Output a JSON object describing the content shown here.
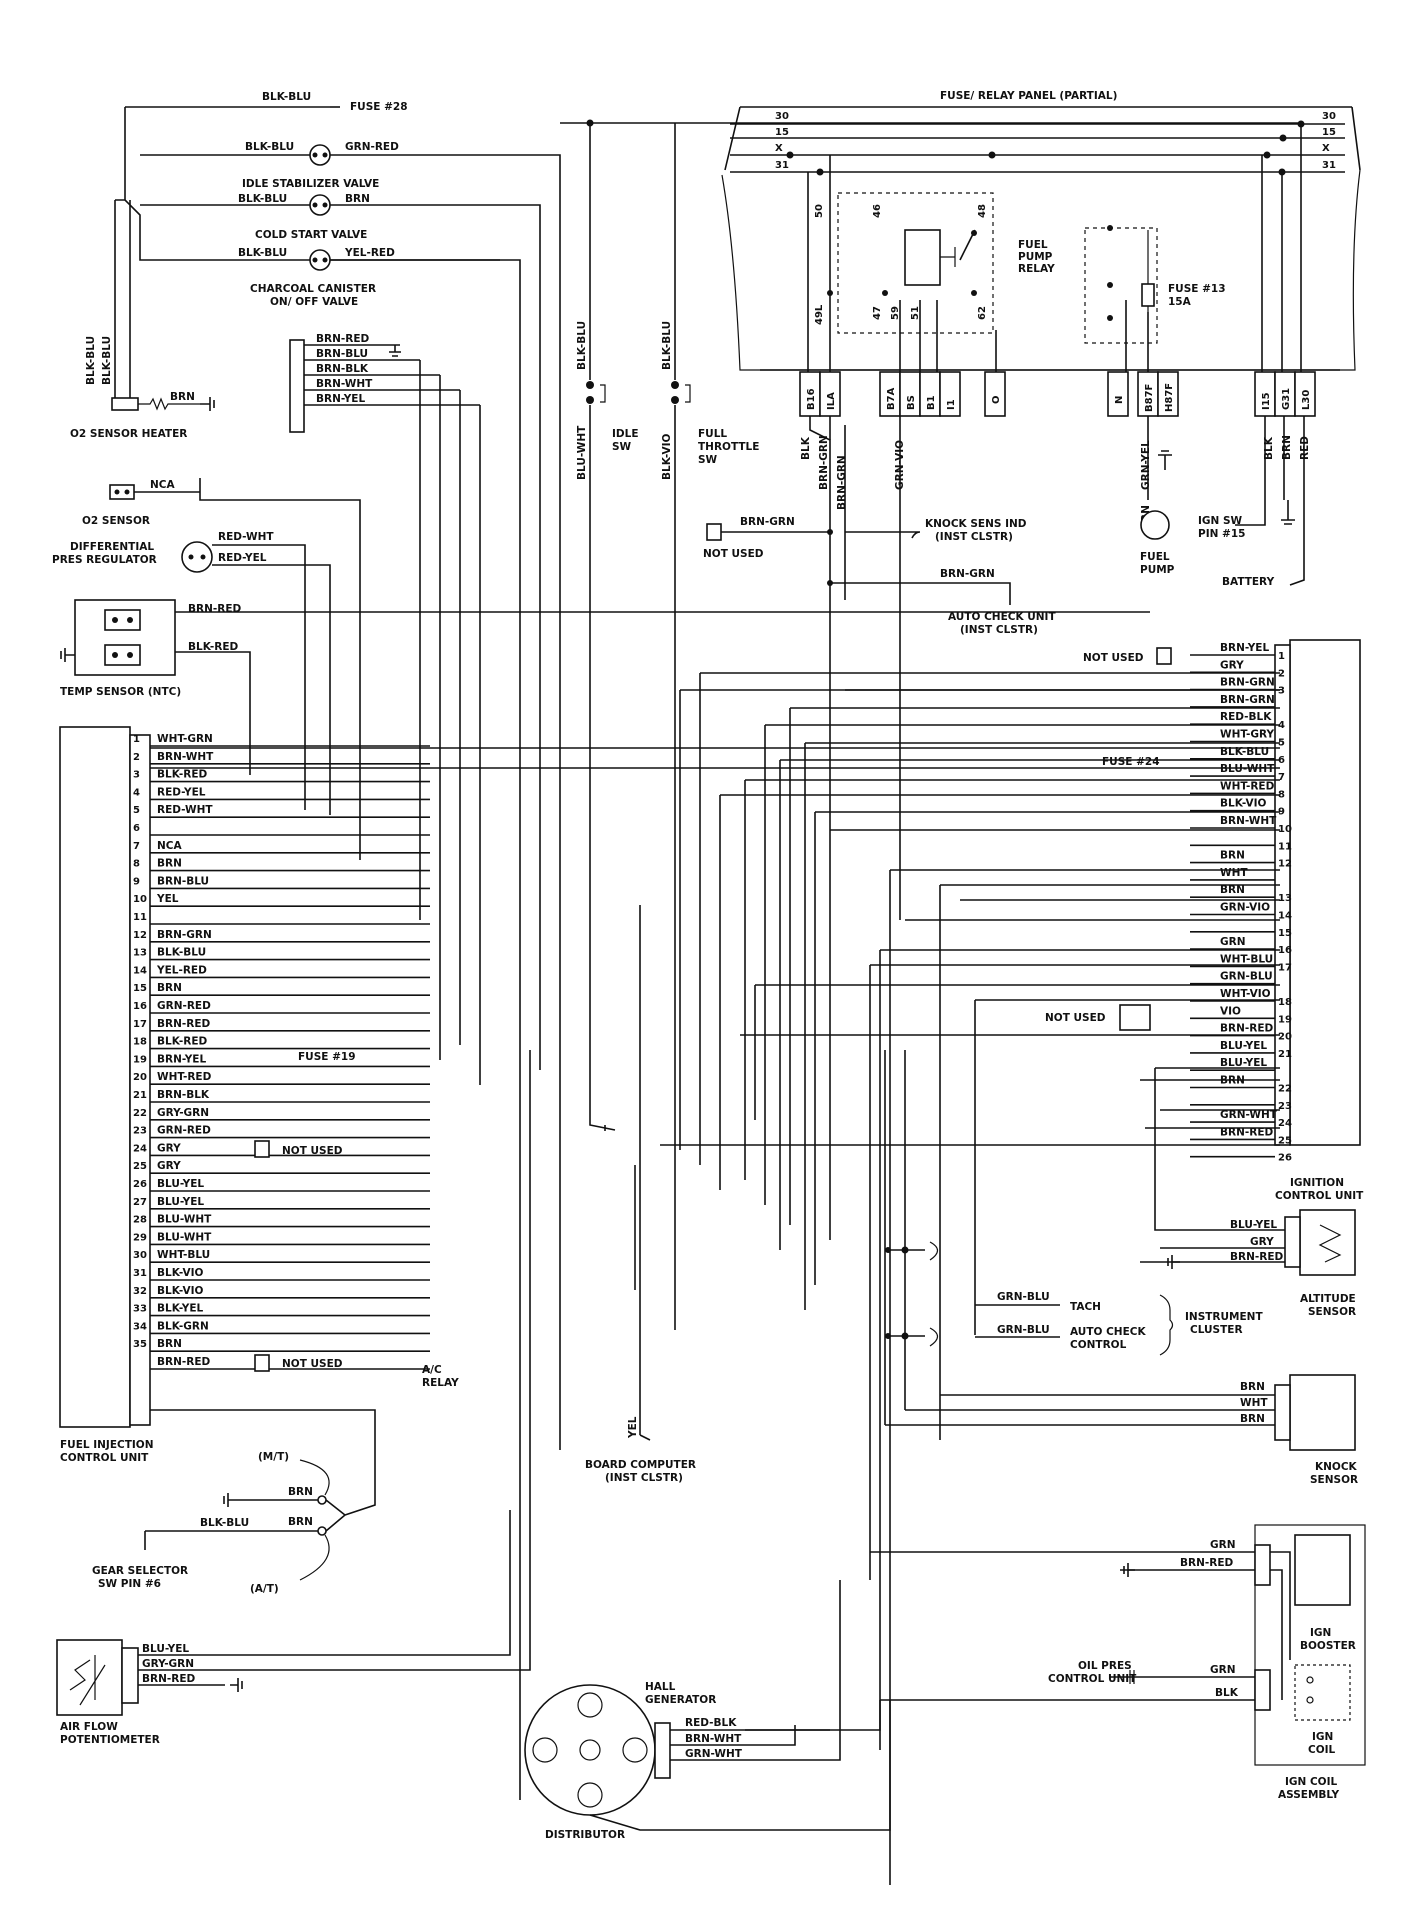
{
  "panel": {
    "title": "FUSE/ RELAY PANEL (PARTIAL)",
    "bus_left": [
      "30",
      "15",
      "X",
      "31"
    ],
    "bus_right": [
      "30",
      "15",
      "X",
      "31"
    ],
    "relay_pins": [
      "50",
      "46",
      "48",
      "49L",
      "47",
      "59",
      "51",
      "62"
    ],
    "relay_label": "FUEL PUMP RELAY",
    "fuse13": "FUSE #13",
    "fuse13_amps": "15A",
    "terminals": [
      "B16",
      "ILA",
      "B7A",
      "BS",
      "B1",
      "I1",
      "O",
      "N",
      "B87F",
      "H87F",
      "I15",
      "G31",
      "L30"
    ]
  },
  "top_left": {
    "fuse28": "FUSE #28",
    "idle_stab": "IDLE STABILIZER VALVE",
    "cold_start": "COLD START VALVE",
    "canister_1": "CHARCOAL CANISTER",
    "canister_2": "ON/ OFF VALVE",
    "o2_heater": "O2 SENSOR HEATER",
    "o2_sensor": "O2 SENSOR",
    "diff_1": "DIFFERENTIAL",
    "diff_2": "PRES REGULATOR",
    "temp": "TEMP SENSOR (NTC)",
    "idle_sw_1": "IDLE",
    "idle_sw_2": "SW",
    "full_throttle_1": "FULL",
    "full_throttle_2": "THROTTLE",
    "full_throttle_3": "SW"
  },
  "wire_labels": {
    "blk_blu": "BLK-BLU",
    "grn_red": "GRN-RED",
    "brn": "BRN",
    "yel_red": "YEL-RED",
    "brn_red": "BRN-RED",
    "brn_blu": "BRN-BLU",
    "brn_blk": "BRN-BLK",
    "brn_wht": "BRN-WHT",
    "brn_yel": "BRN-YEL",
    "nca": "NCA",
    "red_wht": "RED-WHT",
    "red_yel": "RED-YEL",
    "blk_red": "BLK-RED",
    "blu_wht": "BLU-WHT",
    "blk_vio": "BLK-VIO",
    "blk": "BLK",
    "brn_grn": "BRN-GRN",
    "grn_vio": "GRN-VIO",
    "grn_yel": "GRN-YEL",
    "red": "RED",
    "yel": "YEL"
  },
  "fuel_injection": {
    "name_1": "FUEL INJECTION",
    "name_2": "CONTROL UNIT",
    "pins": [
      {
        "n": "1",
        "w": "WHT-GRN"
      },
      {
        "n": "2",
        "w": "BRN-WHT"
      },
      {
        "n": "3",
        "w": "BLK-RED"
      },
      {
        "n": "4",
        "w": "RED-YEL"
      },
      {
        "n": "5",
        "w": "RED-WHT"
      },
      {
        "n": "6",
        "w": ""
      },
      {
        "n": "7",
        "w": "NCA"
      },
      {
        "n": "8",
        "w": "BRN"
      },
      {
        "n": "9",
        "w": "BRN-BLU"
      },
      {
        "n": "10",
        "w": "YEL"
      },
      {
        "n": "11",
        "w": ""
      },
      {
        "n": "12",
        "w": "BRN-GRN"
      },
      {
        "n": "13",
        "w": "BLK-BLU"
      },
      {
        "n": "14",
        "w": "YEL-RED"
      },
      {
        "n": "15",
        "w": "BRN"
      },
      {
        "n": "16",
        "w": "GRN-RED"
      },
      {
        "n": "17",
        "w": "BRN-RED"
      },
      {
        "n": "18",
        "w": "BLK-RED"
      },
      {
        "n": "19",
        "w": "BRN-YEL"
      },
      {
        "n": "20",
        "w": "WHT-RED"
      },
      {
        "n": "21",
        "w": "BRN-BLK"
      },
      {
        "n": "22",
        "w": "GRY-GRN"
      },
      {
        "n": "23",
        "w": "GRN-RED"
      },
      {
        "n": "24",
        "w": "GRY"
      },
      {
        "n": "25",
        "w": "GRY"
      },
      {
        "n": "26",
        "w": "BLU-YEL"
      },
      {
        "n": "27",
        "w": "BLU-YEL"
      },
      {
        "n": "28",
        "w": "BLU-WHT"
      },
      {
        "n": "29",
        "w": "BLU-WHT"
      },
      {
        "n": "30",
        "w": "WHT-BLU"
      },
      {
        "n": "31",
        "w": "BLK-VIO"
      },
      {
        "n": "32",
        "w": "BLK-VIO"
      },
      {
        "n": "33",
        "w": "BLK-YEL"
      },
      {
        "n": "34",
        "w": "BLK-GRN"
      },
      {
        "n": "35",
        "w": "BRN"
      },
      {
        "n": "",
        "w": "BRN-RED"
      }
    ],
    "fuse19": "FUSE #19",
    "not_used": "NOT USED",
    "ac_relay_1": "A/C",
    "ac_relay_2": "RELAY"
  },
  "ignition": {
    "name_1": "IGNITION",
    "name_2": "CONTROL UNIT",
    "pins": [
      {
        "n": "1",
        "w": "BRN-YEL"
      },
      {
        "n": "2",
        "w": "GRY"
      },
      {
        "n": "3",
        "w": "BRN-GRN"
      },
      {
        "n": "",
        "w": "BRN-GRN"
      },
      {
        "n": "4",
        "w": "RED-BLK"
      },
      {
        "n": "5",
        "w": "WHT-GRY"
      },
      {
        "n": "6",
        "w": "BLK-BLU"
      },
      {
        "n": "7",
        "w": "BLU-WHT"
      },
      {
        "n": "8",
        "w": "WHT-RED"
      },
      {
        "n": "9",
        "w": "BLK-VIO"
      },
      {
        "n": "10",
        "w": "BRN-WHT"
      },
      {
        "n": "11",
        "w": ""
      },
      {
        "n": "12",
        "w": "BRN"
      },
      {
        "n": "",
        "w": "WHT"
      },
      {
        "n": "13",
        "w": "BRN"
      },
      {
        "n": "14",
        "w": "GRN-VIO"
      },
      {
        "n": "15",
        "w": ""
      },
      {
        "n": "16",
        "w": "GRN"
      },
      {
        "n": "17",
        "w": "WHT-BLU"
      },
      {
        "n": "",
        "w": "GRN-BLU"
      },
      {
        "n": "18",
        "w": "WHT-VIO"
      },
      {
        "n": "19",
        "w": "VIO"
      },
      {
        "n": "20",
        "w": "BRN-RED"
      },
      {
        "n": "21",
        "w": "BLU-YEL"
      },
      {
        "n": "",
        "w": "BLU-YEL"
      },
      {
        "n": "22",
        "w": "BRN"
      },
      {
        "n": "23",
        "w": ""
      },
      {
        "n": "24",
        "w": "GRN-WHT"
      },
      {
        "n": "25",
        "w": "BRN-RED"
      },
      {
        "n": "26",
        "w": ""
      }
    ],
    "fuse24": "FUSE #24",
    "not_used": "NOT USED"
  },
  "right_side": {
    "knock_ind_1": "KNOCK SENS IND",
    "knock_ind_2": "(INST CLSTR)",
    "not_used": "NOT USED",
    "auto_check_1": "AUTO CHECK UNIT",
    "auto_check_2": "(INST CLSTR)",
    "fuel_pump_1": "FUEL",
    "fuel_pump_2": "PUMP",
    "ign_sw_1": "IGN SW",
    "ign_sw_2": "PIN #15",
    "battery": "BATTERY",
    "altitude_1": "ALTITUDE",
    "altitude_2": "SENSOR",
    "tach": "TACH",
    "auto_check": "AUTO CHECK",
    "control": "CONTROL",
    "instrument_1": "INSTRUMENT",
    "instrument_2": "CLUSTER",
    "knock_sensor_1": "KNOCK",
    "knock_sensor_2": "SENSOR",
    "ign_booster_1": "IGN",
    "ign_booster_2": "BOOSTER",
    "oil_pres_1": "OIL PRES",
    "oil_pres_2": "CONTROL UNIT",
    "ign_coil_1": "IGN",
    "ign_coil_2": "COIL",
    "coil_assy_1": "IGN COIL",
    "coil_assy_2": "ASSEMBLY",
    "grn_blu": "GRN-BLU",
    "gry": "GRY",
    "brn_red": "BRN-RED",
    "blu_yel": "BLU-YEL",
    "wht": "WHT",
    "grn": "GRN",
    "brn_grn": "BRN-GRN"
  },
  "bottom": {
    "board_computer_1": "BOARD COMPUTER",
    "board_computer_2": "(INST CLSTR)",
    "mt": "(M/T)",
    "at": "(A/T)",
    "gear_sel_1": "GEAR SELECTOR",
    "gear_sel_2": "SW PIN #6",
    "air_flow_1": "AIR FLOW",
    "air_flow_2": "POTENTIOMETER",
    "hall_1": "HALL",
    "hall_2": "GENERATOR",
    "distributor": "DISTRIBUTOR",
    "red_blk": "RED-BLK",
    "brn_wht": "BRN-WHT",
    "grn_wht": "GRN-WHT",
    "blu_yel": "BLU-YEL",
    "gry_grn": "GRY-GRN",
    "brn_red": "BRN-RED",
    "blk_blu": "BLK-BLU",
    "brn": "BRN"
  }
}
